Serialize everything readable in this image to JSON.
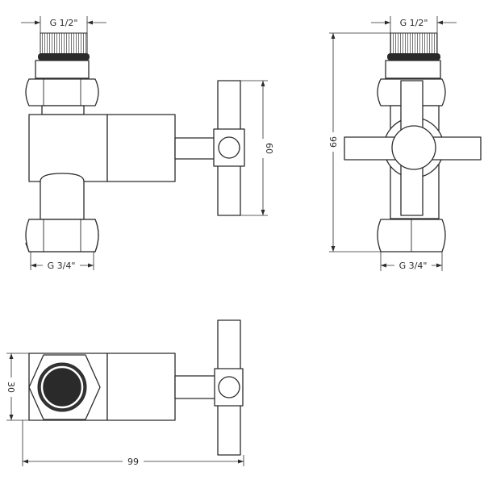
{
  "dimensions": {
    "front_top_thread": "G 1/2\"",
    "front_bottom_thread": "G 3/4\"",
    "front_handle_height": "60",
    "side_top_thread": "G 1/2\"",
    "side_bottom_thread": "G 3/4\"",
    "side_total_height": "99",
    "top_depth": "30",
    "top_total_length": "99"
  },
  "colors": {
    "line": "#2b2b2b",
    "outlet_fill": "#333333",
    "seal_fill": "#2a2a2a"
  }
}
